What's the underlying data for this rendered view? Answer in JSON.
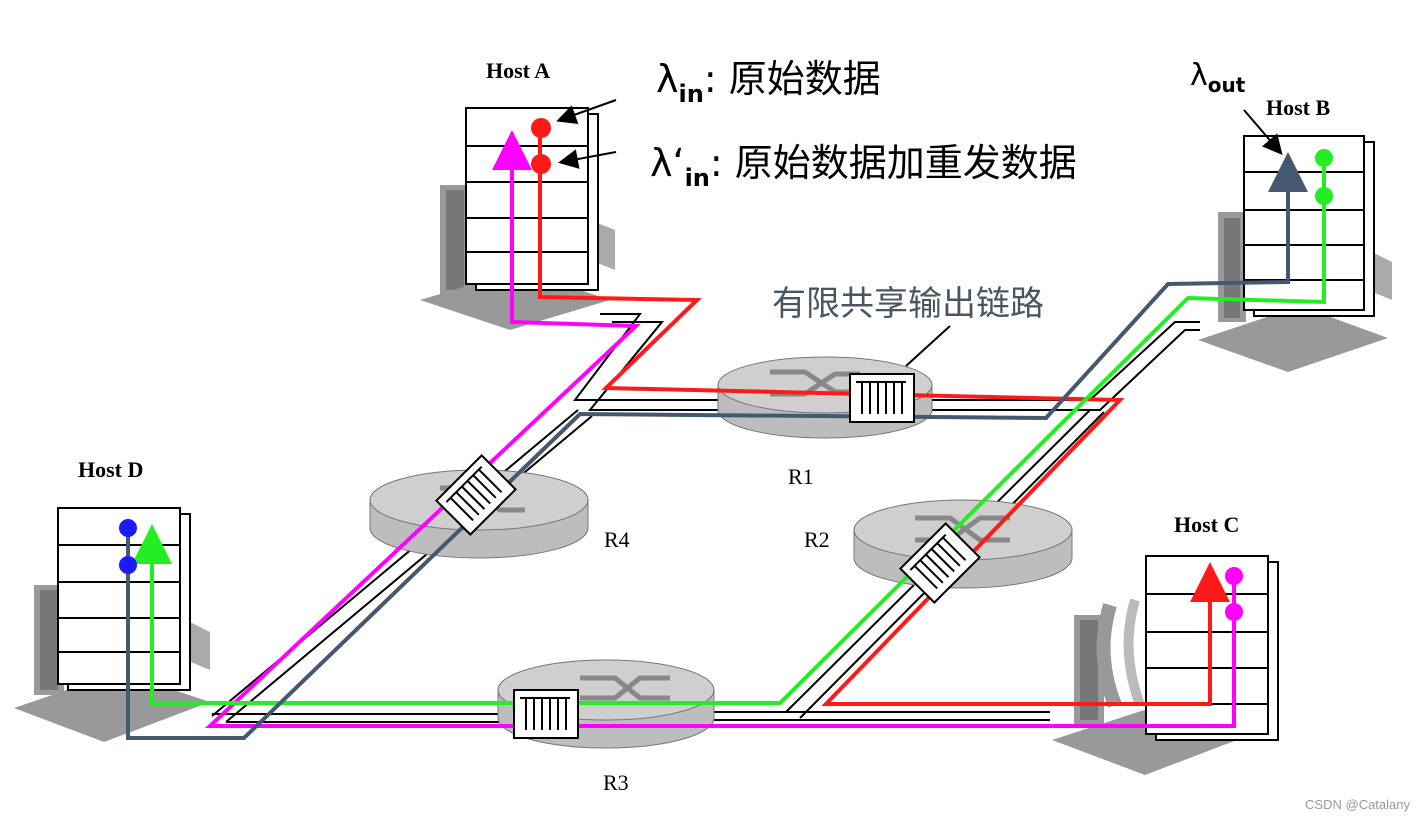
{
  "hosts": {
    "a": "Host A",
    "b": "Host B",
    "c": "Host C",
    "d": "Host D"
  },
  "routers": {
    "r1": "R1",
    "r2": "R2",
    "r3": "R3",
    "r4": "R4"
  },
  "legend": {
    "lambda_in_symbol": "λ",
    "lambda_in_sub": "in",
    "lambda_in_text": ": 原始数据",
    "lambda_in_prime_symbol": "λ‘",
    "lambda_in_prime_sub": "in",
    "lambda_in_prime_text": ": 原始数据加重发数据"
  },
  "lambda_out": {
    "symbol": "λ",
    "sub": "out"
  },
  "link_caption": "有限共享输出链路",
  "watermark": "CSDN @Catalany",
  "colors": {
    "flow_a_to_c": "#ff1a1a",
    "flow_c_to_a": "#ff00ff",
    "flow_d_to_b": "#22ee22",
    "flow_b_to_d": "#445870",
    "host_a_dots": "#ff1a1a",
    "host_b_dots": "#22ee22",
    "host_c_dots": "#ff00ff",
    "host_d_dots": "#1a1aff",
    "router_fill": "#c8c8c8",
    "computer_gray": "#999999"
  }
}
